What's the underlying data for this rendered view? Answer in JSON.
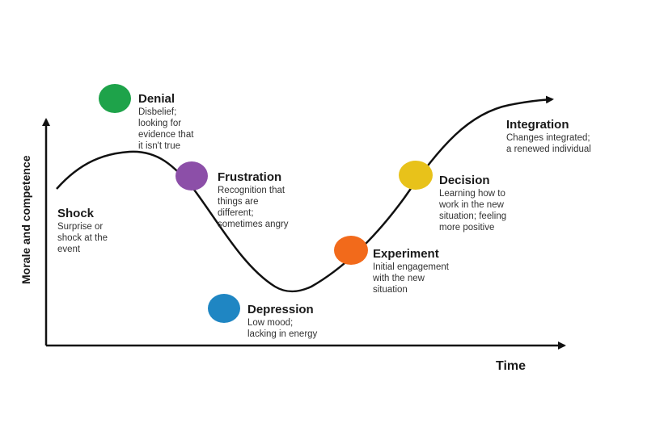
{
  "axes": {
    "x_label": "Time",
    "y_label": "Morale and competence"
  },
  "stages": [
    {
      "title": "Shock",
      "description": "Surprise or\nshock at the\nevent",
      "dot_color": ""
    },
    {
      "title": "Denial",
      "description": "Disbelief;\nlooking for\nevidence that\nit isn't true",
      "dot_color": "#1ea34a"
    },
    {
      "title": "Frustration",
      "description": "Recognition that\nthings are\ndifferent;\nsometimes angry",
      "dot_color": "#8c4fa8"
    },
    {
      "title": "Depression",
      "description": "Low mood;\nlacking in energy",
      "dot_color": "#1f86c3"
    },
    {
      "title": "Experiment",
      "description": "Initial engagement\nwith the new\nsituation",
      "dot_color": "#f26a1b"
    },
    {
      "title": "Decision",
      "description": "Learning how to\nwork in the new\nsituation; feeling\nmore positive",
      "dot_color": "#e8c21a"
    },
    {
      "title": "Integration",
      "description": "Changes integrated;\na renewed individual",
      "dot_color": ""
    }
  ]
}
